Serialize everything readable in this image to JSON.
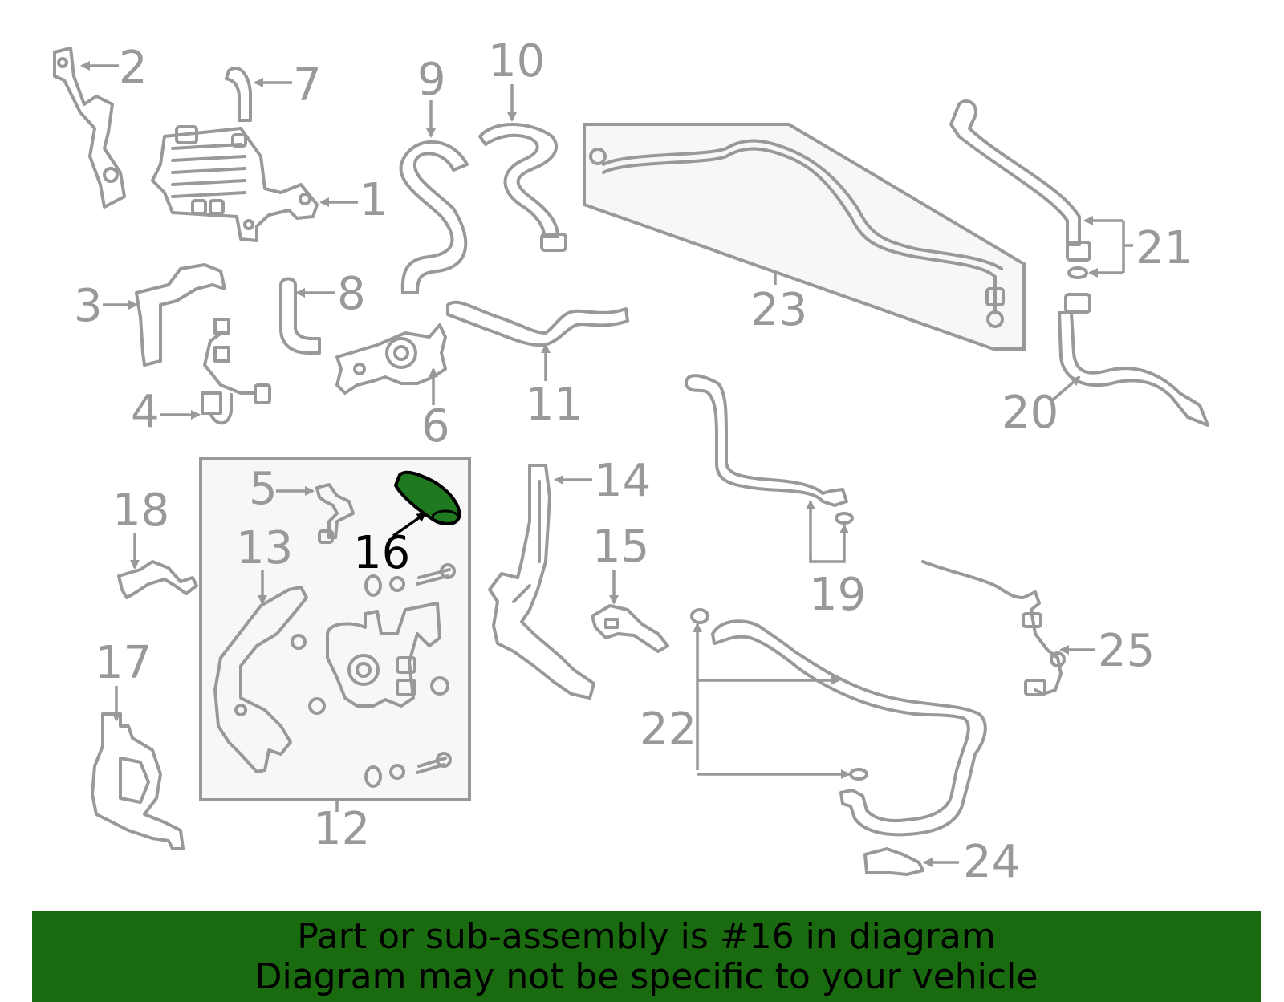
{
  "diagram": {
    "callouts": [
      "1",
      "2",
      "3",
      "4",
      "5",
      "6",
      "7",
      "8",
      "9",
      "10",
      "11",
      "12",
      "13",
      "14",
      "15",
      "16",
      "17",
      "18",
      "19",
      "20",
      "21",
      "22",
      "23",
      "24",
      "25"
    ],
    "highlighted_callout": "16",
    "highlight_color": "#1f7a1f",
    "part_line_color": "#999999"
  },
  "banner": {
    "line1": "Part or sub-assembly is #16 in diagram",
    "line2": "Diagram may not be specific to your vehicle",
    "background_color": "#1a6a10"
  }
}
